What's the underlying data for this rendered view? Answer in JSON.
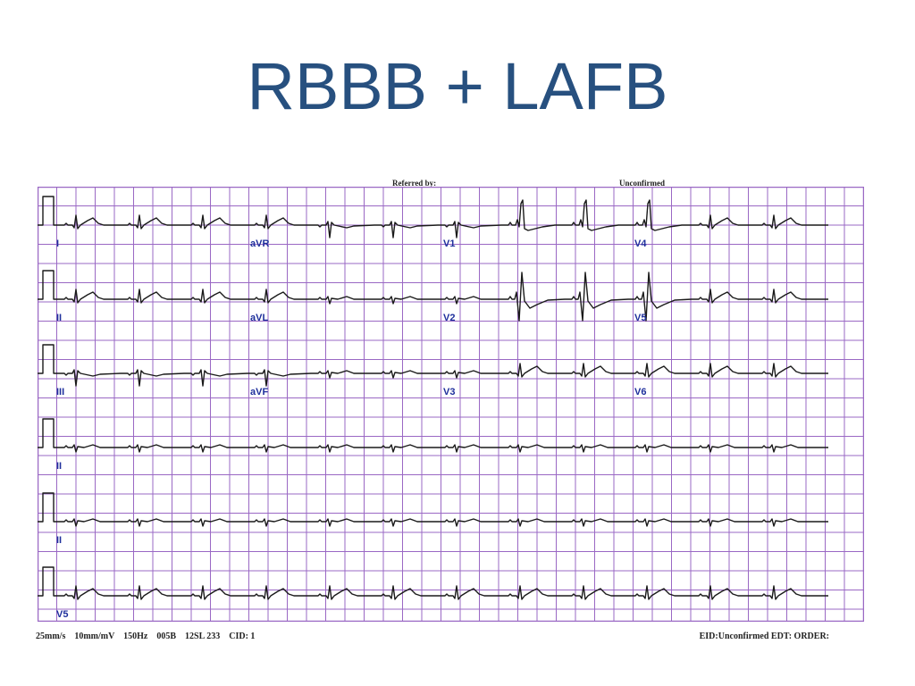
{
  "slide": {
    "title": "RBBB + LAFB"
  },
  "ecg": {
    "header": {
      "referred_by": "Referred by:",
      "status": "Unconfirmed"
    },
    "leads": [
      "I",
      "aVR",
      "V1",
      "V4",
      "II",
      "aVL",
      "V2",
      "V5",
      "III",
      "aVF",
      "V3",
      "V6",
      "II",
      "II",
      "V5"
    ],
    "footer": {
      "speed": "25mm/s",
      "gain": "10mm/mV",
      "filter": "150Hz",
      "code": "005B",
      "device": "12SL 233",
      "cid": "CID: 1",
      "right": "EID:Unconfirmed EDT: ORDER:"
    },
    "colors": {
      "grid": "#9a68c4",
      "trace": "#1a1a1a",
      "lead_label": "#1e2f9c",
      "title": "#27507f"
    }
  }
}
